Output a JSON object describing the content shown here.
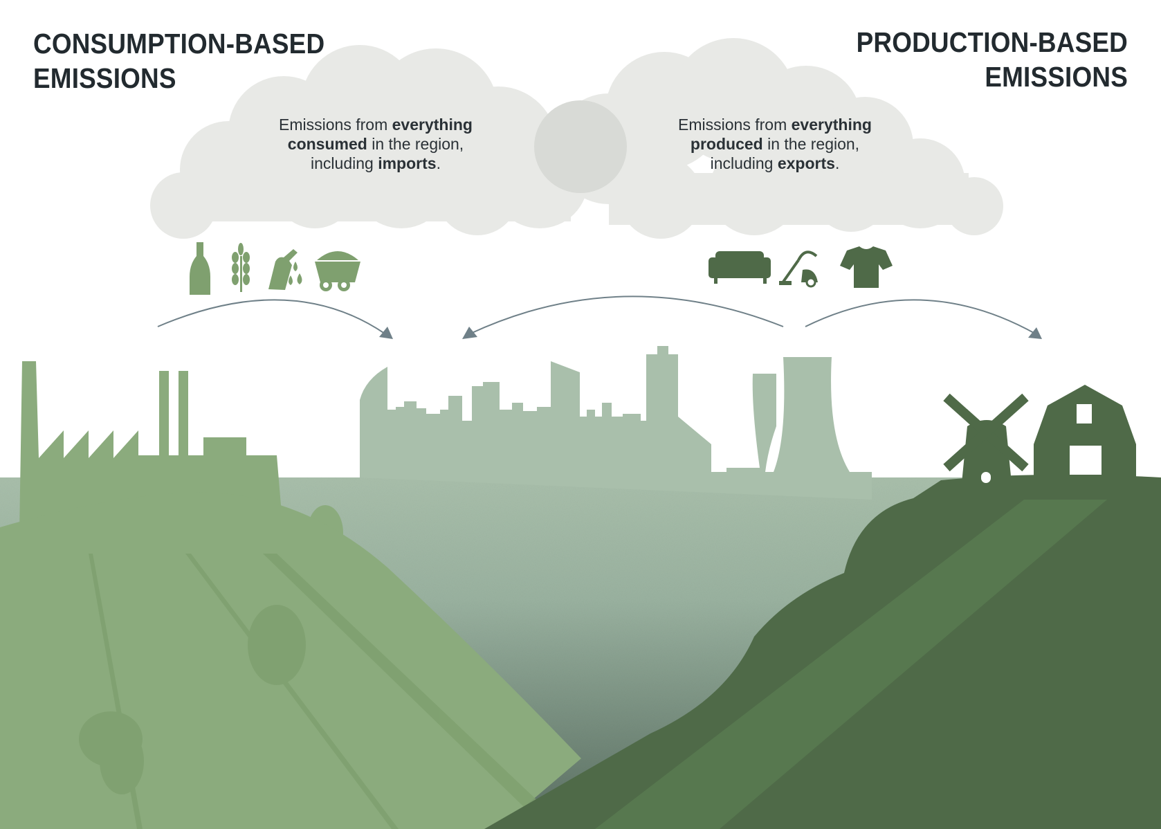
{
  "consumption": {
    "title_line1": "CONSUMPTION-BASED",
    "title_line2": "EMISSIONS",
    "desc": {
      "part1": "Emissions from ",
      "bold1": "everything",
      "bold2": "consumed",
      "part2": " in the region,",
      "part3": "including ",
      "bold3": "imports",
      "end": "."
    },
    "icons": [
      "bottle-icon",
      "wheat-icon",
      "fuel-pump-icon",
      "coal-cart-icon"
    ]
  },
  "production": {
    "title_line1": "PRODUCTION-BASED",
    "title_line2": "EMISSIONS",
    "desc": {
      "part1": "Emissions from ",
      "bold1": "everything",
      "bold2": "produced",
      "part2": " in the region,",
      "part3": "including ",
      "bold3": "exports",
      "end": "."
    },
    "icons": [
      "sofa-icon",
      "vacuum-cleaner-icon",
      "tshirt-icon"
    ]
  },
  "colors": {
    "cloud": "#e8e9e6",
    "cloud_overlap": "#d8dad6",
    "light_green": "#8bab7d",
    "city_green": "#a9bfab",
    "dark_green": "#4f6a48",
    "icon_light": "#7fa06f",
    "icon_dark": "#4f6a48",
    "arrow": "#6f8088",
    "title": "#222a2f"
  }
}
